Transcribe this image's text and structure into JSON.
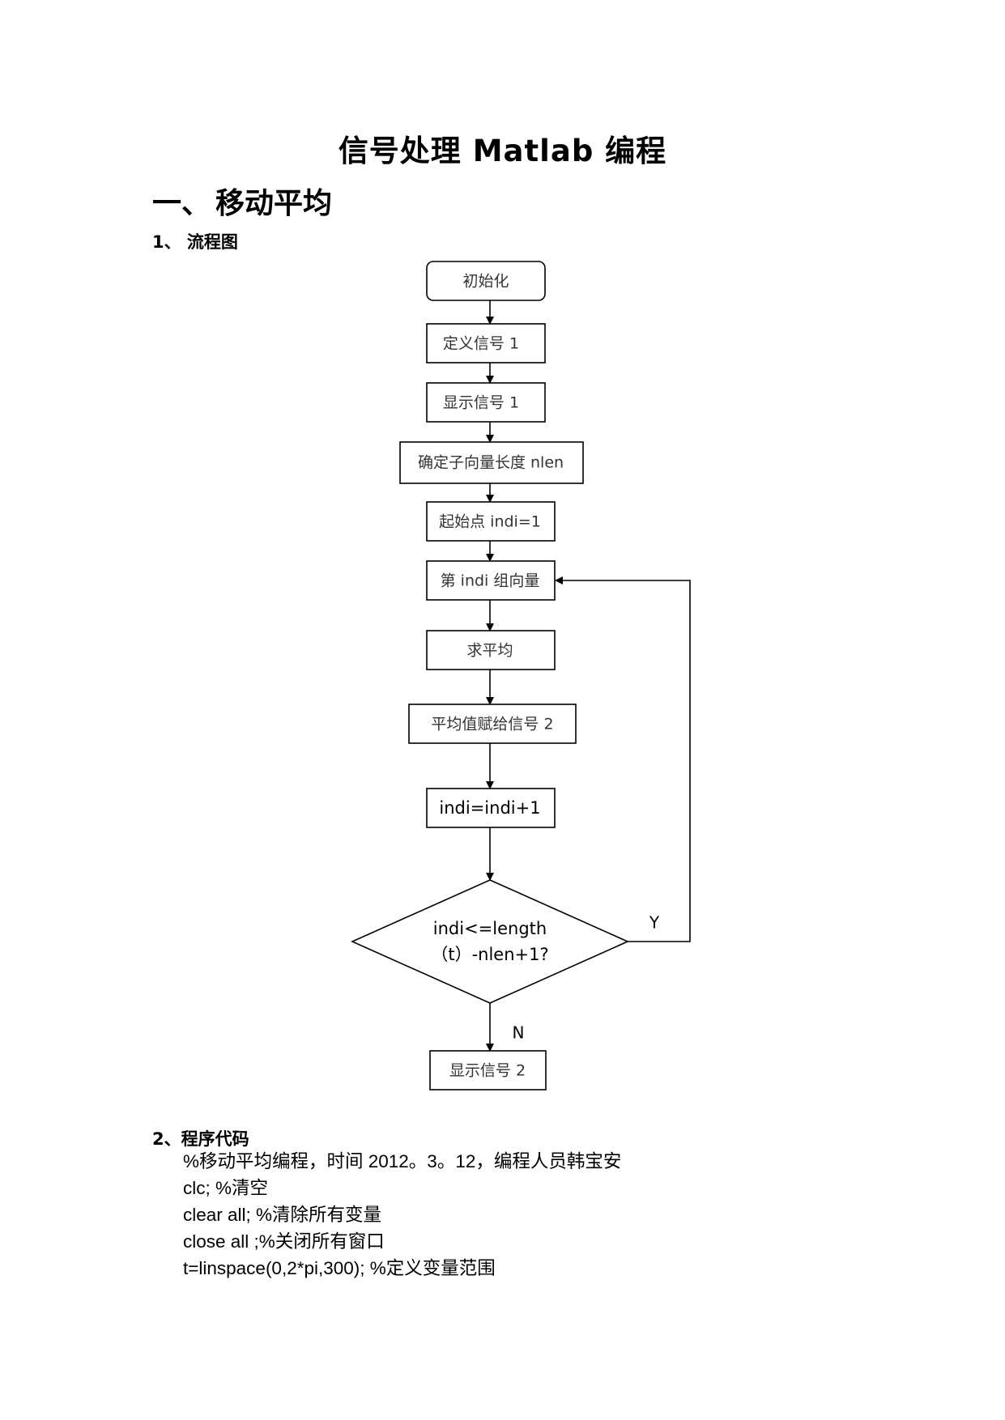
{
  "document": {
    "title": "信号处理 Matlab 编程",
    "section": {
      "number": "一、",
      "title": "移动平均"
    },
    "sub1": "1、 流程图",
    "sub2": "2、程序代码"
  },
  "flowchart": {
    "start": "初始化",
    "step1": "定义信号 1",
    "step2": "显示信号 1",
    "step3": "确定子向量长度 nlen",
    "step4": "起始点 indi=1",
    "step5": "第 indi 组向量",
    "step6": "求平均",
    "step7": "平均值赋给信号 2",
    "step8": "indi=indi+1",
    "decision_line1": "indi<=length",
    "decision_line2": "（t）-nlen+1?",
    "yes_label": "Y",
    "no_label": "N",
    "end": "显示信号 2"
  },
  "code": [
    "%移动平均编程，时间 2012。3。12，编程人员韩宝安",
    "clc; %清空",
    "clear all; %清除所有变量",
    "close all ;%关闭所有窗口",
    "t=linspace(0,2*pi,300); %定义变量范围"
  ]
}
